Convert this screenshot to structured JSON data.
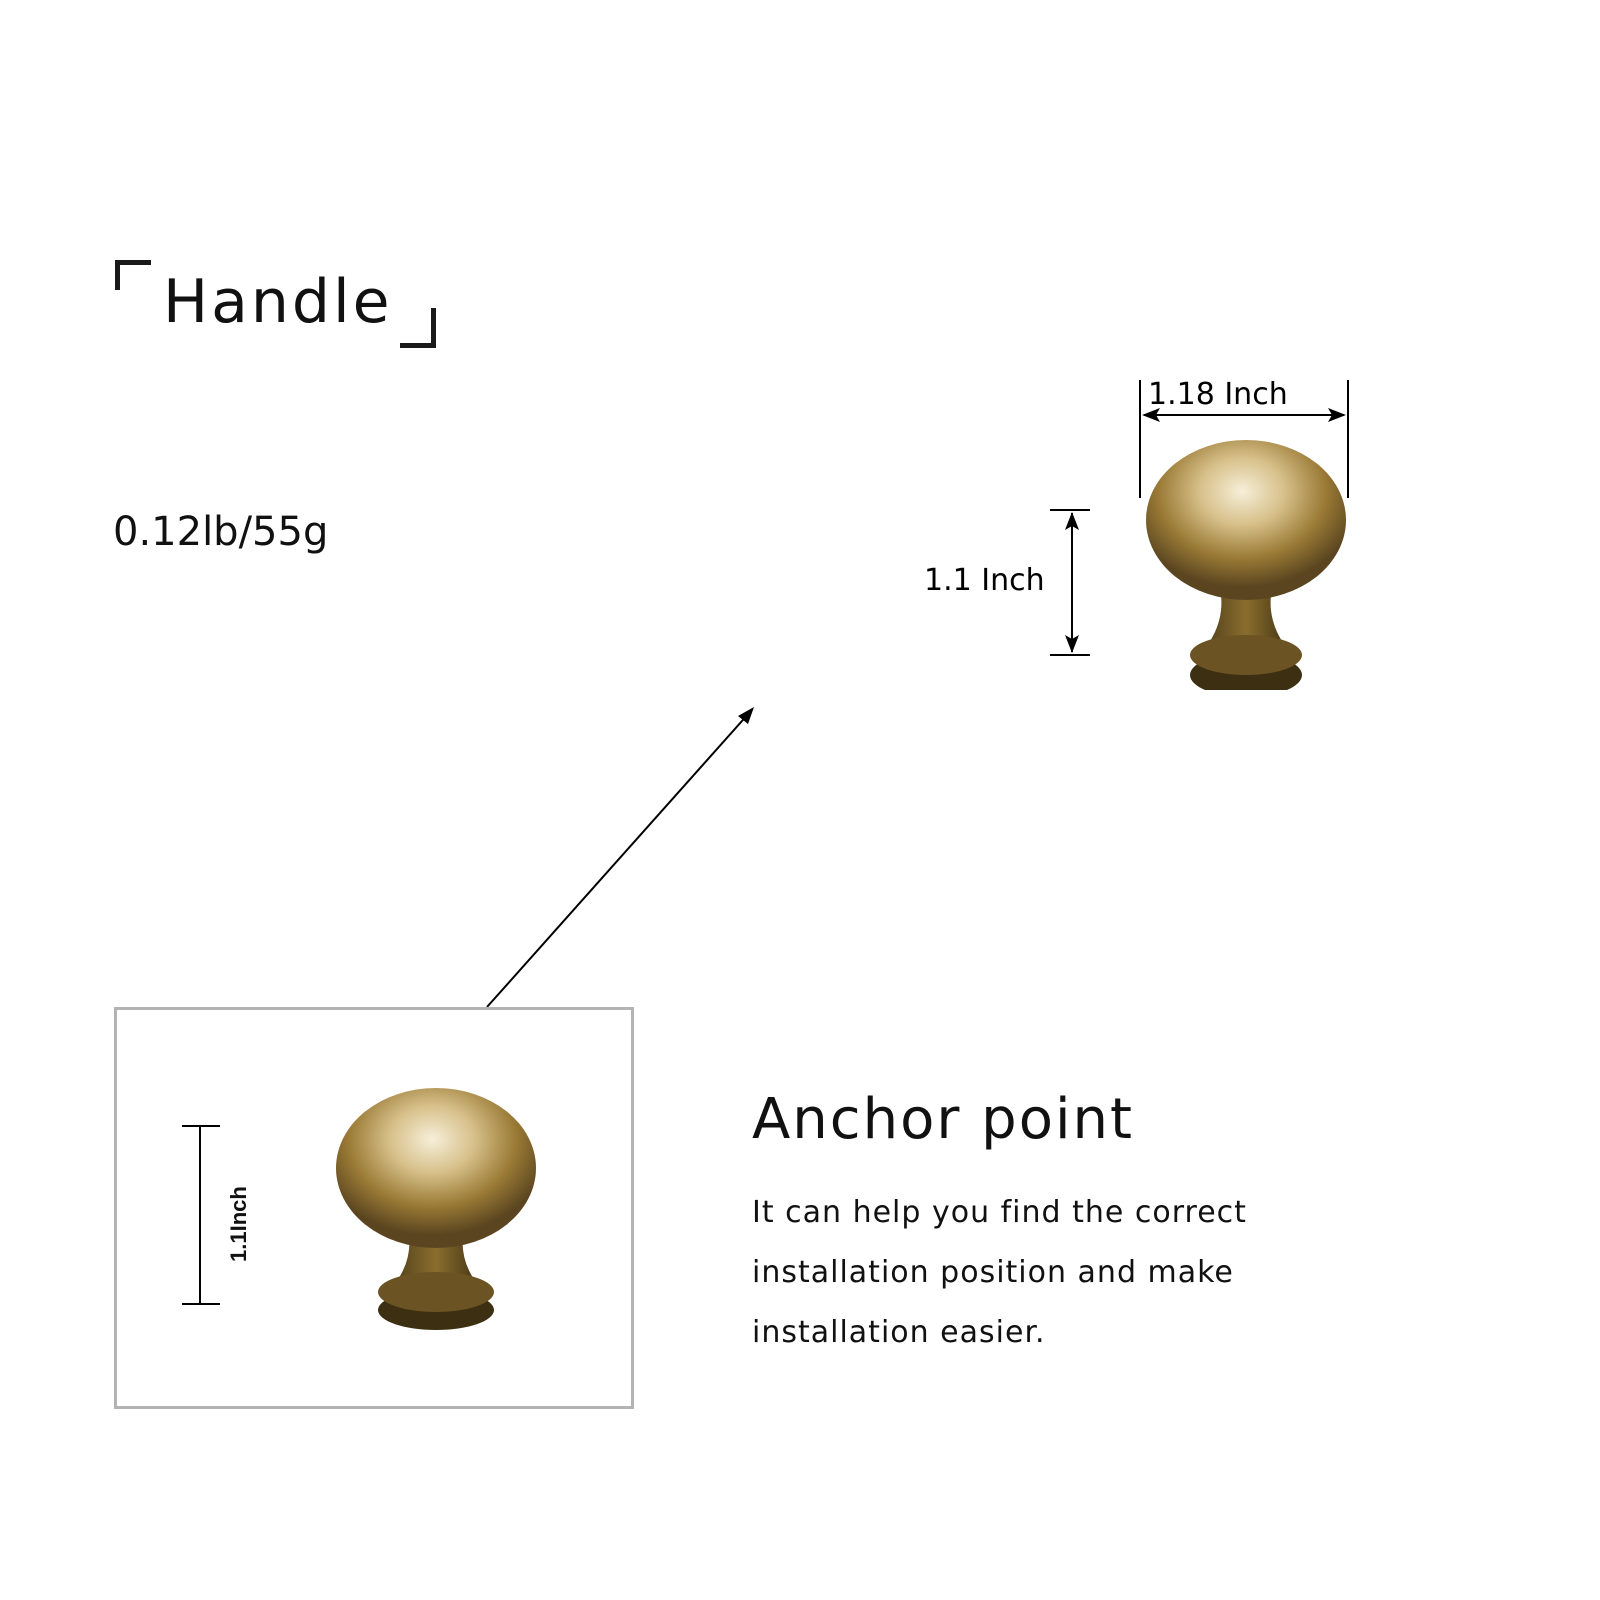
{
  "header": {
    "title": "Handle",
    "weight": "0.12lb/55g"
  },
  "dimensions": {
    "width_label": "1.18 Inch",
    "height_label": "1.1 Inch",
    "inset_height_label": "1.1Inch"
  },
  "anchor": {
    "title": "Anchor point",
    "description_lines": [
      "It can help you find the correct",
      "installation position and make",
      "installation easier."
    ]
  },
  "colors": {
    "brass_light": "#f4ead0",
    "brass_mid": "#a88a3e",
    "brass_dark": "#4a3a18",
    "box_border": "#b3b3b3"
  }
}
